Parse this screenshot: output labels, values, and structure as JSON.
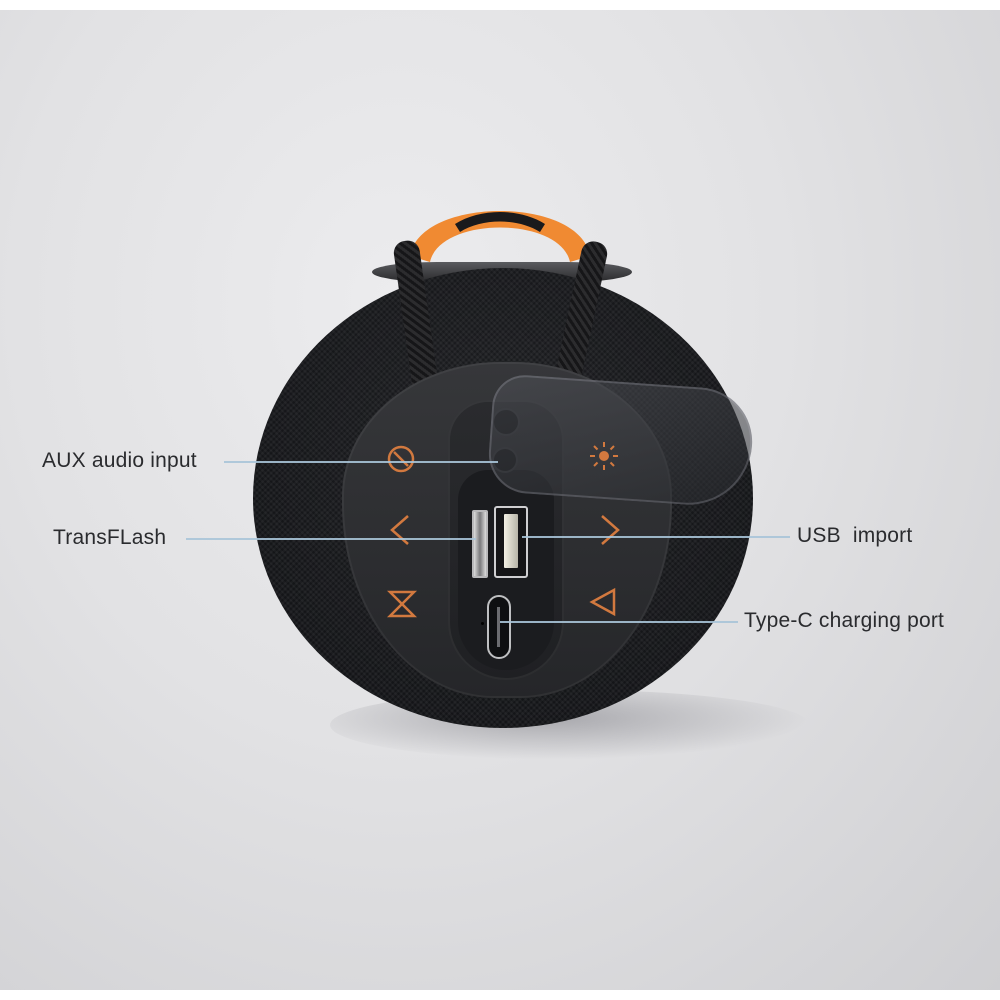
{
  "image": {
    "subject": "Portable Bluetooth speaker, rear view with port callouts",
    "background_color": "#e2e2e4",
    "accent_color": "#f08a32",
    "button_icon_color": "#d2793f",
    "callout_line_color": "#a8c4d8",
    "label_color": "#2a2b2e"
  },
  "callouts": {
    "aux": {
      "label": "AUX audio input"
    },
    "tf": {
      "label": "TransFLash"
    },
    "usb": {
      "label": "USB  import"
    },
    "typec": {
      "label": "Type-C charging port"
    }
  },
  "buttons": [
    {
      "name": "power",
      "icon": "power-slash-icon"
    },
    {
      "name": "light",
      "icon": "sun-light-icon"
    },
    {
      "name": "previous",
      "icon": "chevron-left-icon"
    },
    {
      "name": "next",
      "icon": "chevron-right-icon"
    },
    {
      "name": "mode",
      "icon": "hourglass-mode-icon"
    },
    {
      "name": "play",
      "icon": "triangle-play-icon"
    }
  ]
}
